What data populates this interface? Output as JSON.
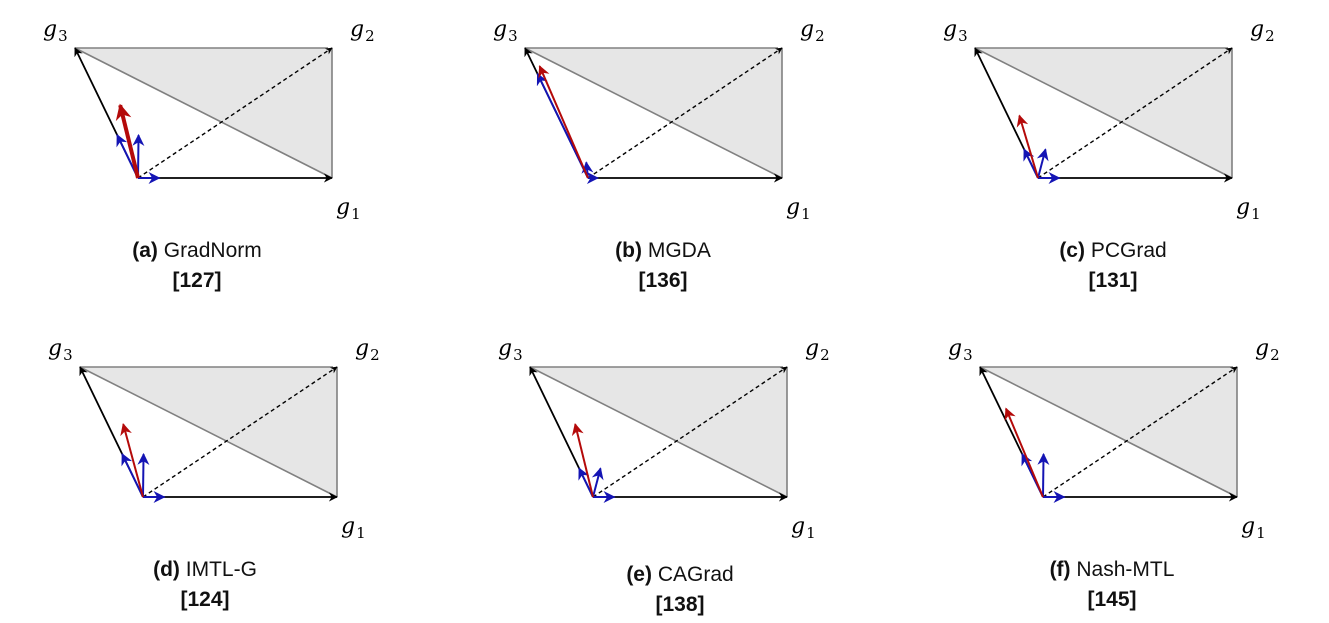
{
  "colors": {
    "shade": "#e6e6e6",
    "edge": "#808080",
    "black": "#000000",
    "blue": "#1414b4",
    "red": "#b40a0a"
  },
  "vector_labels": {
    "g1": "g",
    "g1_sub": "1",
    "g2": "g",
    "g2_sub": "2",
    "g3": "g",
    "g3_sub": "3"
  },
  "panels": [
    {
      "tag": "(a)",
      "method": "GradNorm",
      "ref": "[127]",
      "blue": [
        [
          0.11,
          0.0
        ],
        [
          0.0,
          0.33
        ],
        [
          0.11,
          0.33
        ]
      ],
      "red": [
        0.09,
        0.56
      ],
      "red_width": 4
    },
    {
      "tag": "(b)",
      "method": "MGDA",
      "ref": "[136]",
      "blue": [
        [
          0.05,
          0.0
        ],
        [
          0.0,
          0.8
        ],
        [
          0.03,
          0.12
        ]
      ],
      "red": [
        0.03,
        0.86
      ],
      "red_width": 2
    },
    {
      "tag": "(c)",
      "method": "PCGrad",
      "ref": "[131]",
      "blue": [
        [
          0.11,
          0.0
        ],
        [
          0.0,
          0.22
        ],
        [
          0.11,
          0.22
        ]
      ],
      "red": [
        0.06,
        0.48
      ],
      "red_width": 2
    },
    {
      "tag": "(d)",
      "method": "IMTL-G",
      "ref": "[124]",
      "blue": [
        [
          0.11,
          0.0
        ],
        [
          0.0,
          0.33
        ],
        [
          0.11,
          0.33
        ]
      ],
      "red": [
        0.08,
        0.56
      ],
      "red_width": 2
    },
    {
      "tag": "(e)",
      "method": "CAGrad",
      "ref": "[138]",
      "blue": [
        [
          0.11,
          0.0
        ],
        [
          0.0,
          0.22
        ],
        [
          0.11,
          0.22
        ]
      ],
      "red": [
        0.09,
        0.56
      ],
      "red_width": 2
    },
    {
      "tag": "(f)",
      "method": "Nash-MTL",
      "ref": "[145]",
      "blue": [
        [
          0.11,
          0.0
        ],
        [
          0.0,
          0.33
        ],
        [
          0.11,
          0.33
        ]
      ],
      "red": [
        0.03,
        0.68
      ],
      "red_width": 2
    }
  ]
}
